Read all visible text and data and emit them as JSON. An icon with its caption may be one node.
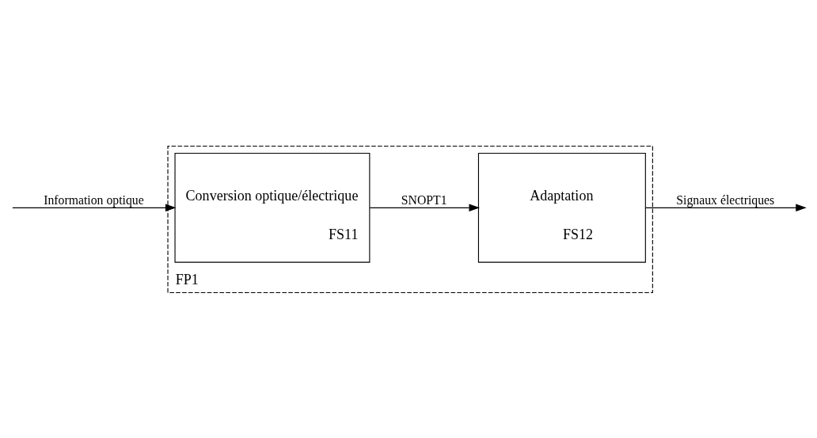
{
  "diagram": {
    "nodes": [
      {
        "text": [
          "FP1"
        ]
      },
      {
        "text": [
          "Conversion optique/électrique",
          "FS11"
        ],
        "in": 0
      },
      {
        "text": [
          "Adaptation",
          "FS12"
        ],
        "in": 0
      }
    ],
    "edges": [
      {
        "from": null,
        "to": 1,
        "arrow": "to",
        "label": "Information optique"
      },
      {
        "from": 1,
        "to": 2,
        "arrow": "to",
        "label": "SNOPT1"
      },
      {
        "from": 2,
        "to": null,
        "arrow": "to",
        "label": "Signaux électriques"
      }
    ]
  }
}
